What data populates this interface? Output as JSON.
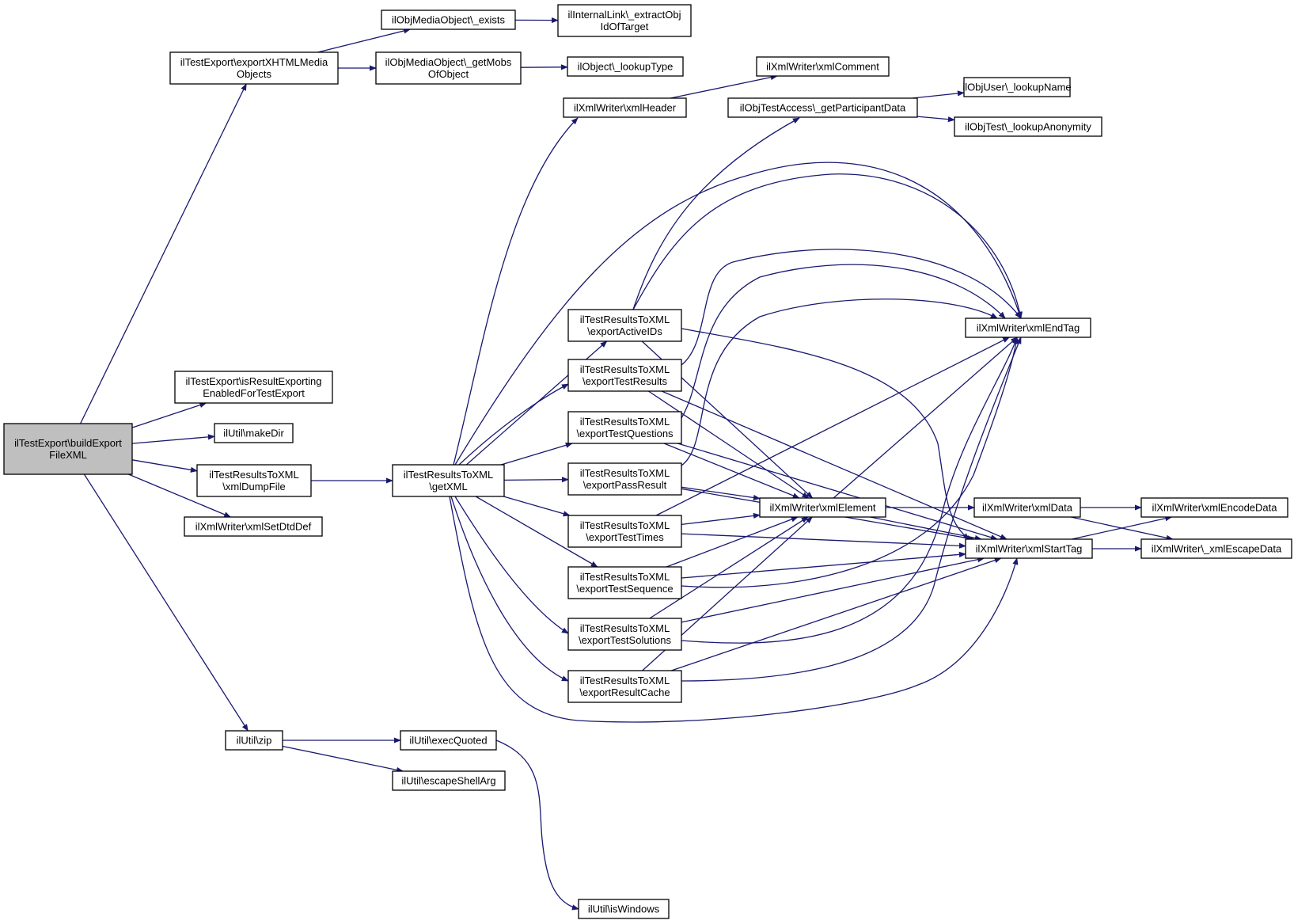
{
  "graph": {
    "nodes": [
      {
        "id": "root",
        "lines": [
          "ilTestExport\\buildExport",
          "FileXML"
        ],
        "root": true
      },
      {
        "id": "exportXHTML",
        "lines": [
          "ilTestExport\\exportXHTMLMedia",
          "Objects"
        ]
      },
      {
        "id": "isResult",
        "lines": [
          "ilTestExport\\isResultExporting",
          "EnabledForTestExport"
        ]
      },
      {
        "id": "makeDir",
        "lines": [
          "ilUtil\\makeDir"
        ]
      },
      {
        "id": "xmlDumpFile",
        "lines": [
          "ilTestResultsToXML",
          "\\xmlDumpFile"
        ]
      },
      {
        "id": "xmlSetDtdDef",
        "lines": [
          "ilXmlWriter\\xmlSetDtdDef"
        ]
      },
      {
        "id": "zip",
        "lines": [
          "ilUtil\\zip"
        ]
      },
      {
        "id": "moExists",
        "lines": [
          "ilObjMediaObject\\_exists"
        ]
      },
      {
        "id": "extractObj",
        "lines": [
          "ilInternalLink\\_extractObj",
          "IdOfTarget"
        ]
      },
      {
        "id": "getMobs",
        "lines": [
          "ilObjMediaObject\\_getMobs",
          "OfObject"
        ]
      },
      {
        "id": "lookupType",
        "lines": [
          "ilObject\\_lookupType"
        ]
      },
      {
        "id": "xmlComment",
        "lines": [
          "ilXmlWriter\\xmlComment"
        ]
      },
      {
        "id": "xmlHeader",
        "lines": [
          "ilXmlWriter\\xmlHeader"
        ]
      },
      {
        "id": "getPart",
        "lines": [
          "ilObjTestAccess\\_getParticipantData"
        ]
      },
      {
        "id": "lookupName",
        "lines": [
          "ilObjUser\\_lookupName"
        ]
      },
      {
        "id": "lookupAnon",
        "lines": [
          "ilObjTest\\_lookupAnonymity"
        ]
      },
      {
        "id": "getXML",
        "lines": [
          "ilTestResultsToXML",
          "\\getXML"
        ]
      },
      {
        "id": "activeIDs",
        "lines": [
          "ilTestResultsToXML",
          "\\exportActiveIDs"
        ]
      },
      {
        "id": "testResults",
        "lines": [
          "ilTestResultsToXML",
          "\\exportTestResults"
        ]
      },
      {
        "id": "testQuestions",
        "lines": [
          "ilTestResultsToXML",
          "\\exportTestQuestions"
        ]
      },
      {
        "id": "passResult",
        "lines": [
          "ilTestResultsToXML",
          "\\exportPassResult"
        ]
      },
      {
        "id": "testTimes",
        "lines": [
          "ilTestResultsToXML",
          "\\exportTestTimes"
        ]
      },
      {
        "id": "testSequence",
        "lines": [
          "ilTestResultsToXML",
          "\\exportTestSequence"
        ]
      },
      {
        "id": "testSolutions",
        "lines": [
          "ilTestResultsToXML",
          "\\exportTestSolutions"
        ]
      },
      {
        "id": "resultCache",
        "lines": [
          "ilTestResultsToXML",
          "\\exportResultCache"
        ]
      },
      {
        "id": "xmlEndTag",
        "lines": [
          "ilXmlWriter\\xmlEndTag"
        ]
      },
      {
        "id": "xmlElement",
        "lines": [
          "ilXmlWriter\\xmlElement"
        ]
      },
      {
        "id": "xmlData",
        "lines": [
          "ilXmlWriter\\xmlData"
        ]
      },
      {
        "id": "xmlStartTag",
        "lines": [
          "ilXmlWriter\\xmlStartTag"
        ]
      },
      {
        "id": "xmlEncode",
        "lines": [
          "ilXmlWriter\\xmlEncodeData"
        ]
      },
      {
        "id": "xmlEscape",
        "lines": [
          "ilXmlWriter\\_xmlEscapeData"
        ]
      },
      {
        "id": "execQuoted",
        "lines": [
          "ilUtil\\execQuoted"
        ]
      },
      {
        "id": "escapeShell",
        "lines": [
          "ilUtil\\escapeShellArg"
        ]
      },
      {
        "id": "isWindows",
        "lines": [
          "ilUtil\\isWindows"
        ]
      }
    ],
    "edges": [
      [
        "root",
        "exportXHTML"
      ],
      [
        "root",
        "isResult"
      ],
      [
        "root",
        "makeDir"
      ],
      [
        "root",
        "xmlDumpFile"
      ],
      [
        "root",
        "xmlSetDtdDef"
      ],
      [
        "root",
        "zip"
      ],
      [
        "exportXHTML",
        "moExists"
      ],
      [
        "exportXHTML",
        "getMobs"
      ],
      [
        "moExists",
        "extractObj"
      ],
      [
        "getMobs",
        "lookupType"
      ],
      [
        "xmlDumpFile",
        "getXML"
      ],
      [
        "getXML",
        "xmlHeader"
      ],
      [
        "getXML",
        "activeIDs"
      ],
      [
        "getXML",
        "testResults"
      ],
      [
        "getXML",
        "testQuestions"
      ],
      [
        "getXML",
        "passResult"
      ],
      [
        "getXML",
        "testTimes"
      ],
      [
        "getXML",
        "testSequence"
      ],
      [
        "getXML",
        "testSolutions"
      ],
      [
        "getXML",
        "resultCache"
      ],
      [
        "getXML",
        "xmlEndTag"
      ],
      [
        "getXML",
        "xmlStartTag"
      ],
      [
        "xmlHeader",
        "xmlComment"
      ],
      [
        "activeIDs",
        "getPart"
      ],
      [
        "activeIDs",
        "xmlEndTag"
      ],
      [
        "activeIDs",
        "xmlElement"
      ],
      [
        "activeIDs",
        "xmlStartTag"
      ],
      [
        "testResults",
        "xmlEndTag"
      ],
      [
        "testResults",
        "xmlElement"
      ],
      [
        "testResults",
        "xmlStartTag"
      ],
      [
        "testQuestions",
        "xmlEndTag"
      ],
      [
        "testQuestions",
        "xmlElement"
      ],
      [
        "testQuestions",
        "xmlStartTag"
      ],
      [
        "passResult",
        "xmlEndTag"
      ],
      [
        "passResult",
        "xmlElement"
      ],
      [
        "passResult",
        "xmlStartTag"
      ],
      [
        "testTimes",
        "xmlEndTag"
      ],
      [
        "testTimes",
        "xmlElement"
      ],
      [
        "testTimes",
        "xmlStartTag"
      ],
      [
        "testSequence",
        "xmlEndTag"
      ],
      [
        "testSequence",
        "xmlElement"
      ],
      [
        "testSequence",
        "xmlStartTag"
      ],
      [
        "testSolutions",
        "xmlEndTag"
      ],
      [
        "testSolutions",
        "xmlElement"
      ],
      [
        "testSolutions",
        "xmlStartTag"
      ],
      [
        "resultCache",
        "xmlEndTag"
      ],
      [
        "resultCache",
        "xmlElement"
      ],
      [
        "resultCache",
        "xmlStartTag"
      ],
      [
        "getPart",
        "lookupName"
      ],
      [
        "getPart",
        "lookupAnon"
      ],
      [
        "xmlElement",
        "xmlEndTag"
      ],
      [
        "xmlElement",
        "xmlData"
      ],
      [
        "xmlElement",
        "xmlStartTag"
      ],
      [
        "xmlData",
        "xmlEncode"
      ],
      [
        "xmlData",
        "xmlEscape"
      ],
      [
        "xmlStartTag",
        "xmlEncode"
      ],
      [
        "xmlStartTag",
        "xmlEscape"
      ],
      [
        "zip",
        "execQuoted"
      ],
      [
        "zip",
        "escapeShell"
      ],
      [
        "execQuoted",
        "isWindows"
      ]
    ]
  }
}
